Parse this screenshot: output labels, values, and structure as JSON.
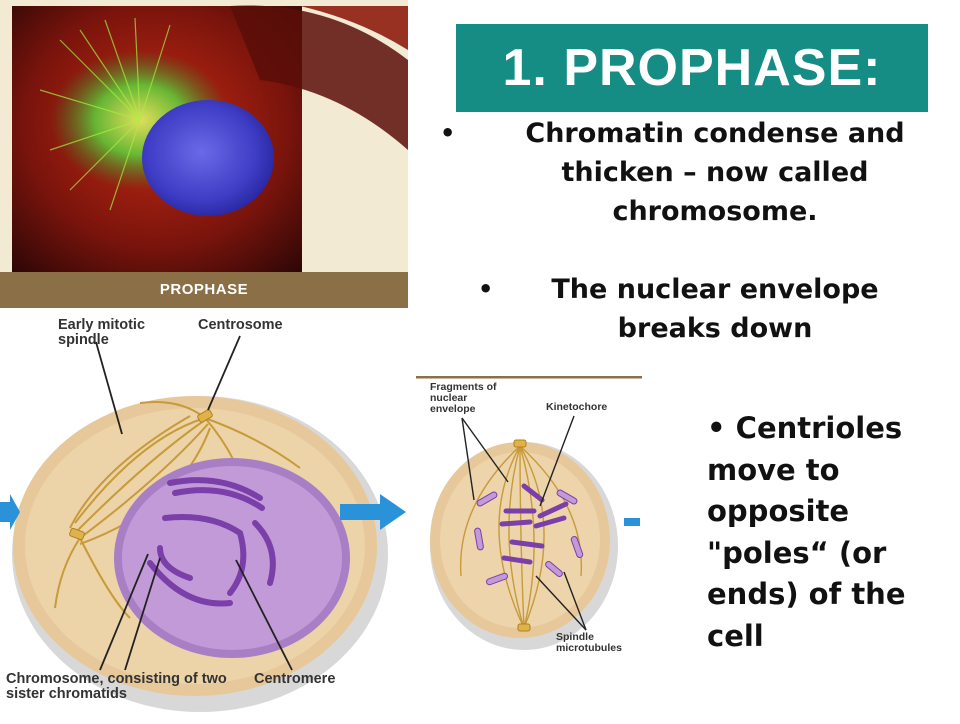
{
  "title": "1.  PROPHASE:",
  "photo_band_label": "PROPHASE",
  "bullets": [
    "Chromatin condense and thicken – now called chromosome.",
    "The nuclear envelope breaks down",
    "Centrioles move to opposite \"poles“ (or ends) of the cell"
  ],
  "bullet_symbol": "•",
  "left_diagram": {
    "labels": {
      "early_spindle": "Early mitotic spindle",
      "centrosome": "Centrosome",
      "chromosome": "Chromosome, consisting of two sister chromatids",
      "centromere": "Centromere"
    }
  },
  "right_diagram": {
    "labels": {
      "fragments": "Fragments of nuclear envelope",
      "kinetochore": "Kinetochore",
      "spindle": "Spindle microtubules"
    }
  },
  "colors": {
    "title_bg": "#158c84",
    "band_bg": "#8a6f47",
    "cell_fill": "#e6c89a",
    "nucleus_fill": "#b98fd0",
    "arrow": "#2a92d8"
  }
}
